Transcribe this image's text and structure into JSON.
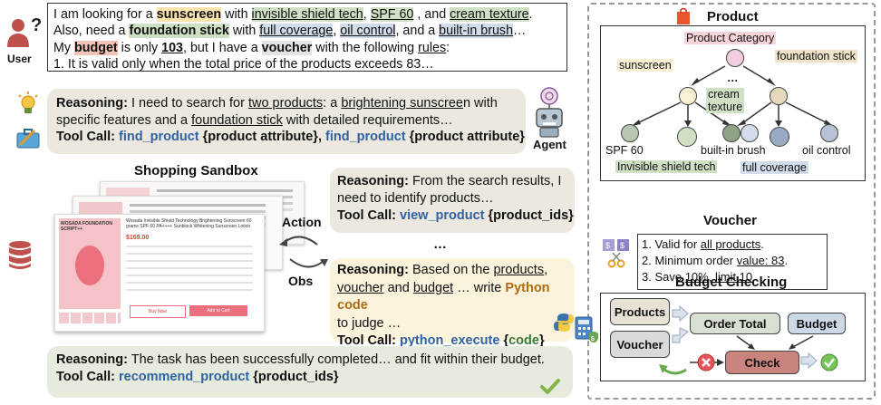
{
  "user": {
    "label": "User",
    "query": {
      "l1a": "I am looking for a ",
      "l1b": "sunscreen",
      "l1c": " with ",
      "l1d": "invisible shield tech",
      "l1e": ", ",
      "l1f": "SPF 60",
      "l1g": " , and ",
      "l1h": "cream texture",
      "l1i": ".",
      "l2a": "Also, need a ",
      "l2b": "foundation stick",
      "l2c": " with ",
      "l2d": "full coverage",
      "l2e": ", ",
      "l2f": "oil control",
      "l2g": ", and a ",
      "l2h": "built-in brush",
      "l2i": "…",
      "l3a": "My ",
      "l3b": "budget",
      "l3c": " is only ",
      "l3d": "103",
      "l3e": ", but I have a ",
      "l3f": "voucher",
      "l3g": " with the following ",
      "l3h": "rules",
      "l3i": ":",
      "l4": "1. It is valid only when the total price of the products exceeds 83…"
    }
  },
  "agent": {
    "label": "Agent"
  },
  "step1": {
    "reasoning_label": "Reasoning:",
    "t1": " I need to search for ",
    "t2": "two products",
    "t3": ": a ",
    "t4": "brightening sunscree",
    "t5": "n with",
    "t6": "specific features and a ",
    "t7": "foundation stick",
    "t8": " with detailed requirements…",
    "tool_label": "Tool Call:",
    "fn1": "find_product",
    "arg1": " {product attribute}",
    "sep": ", ",
    "fn2": "find_product",
    "arg2": " {product attribute}"
  },
  "sandbox": {
    "title": "Shopping Sandbox",
    "action_label": "Action",
    "obs_label": "Obs",
    "product_title": "WOSADA FOUNDATION SCRIPT++",
    "product_desc": "Wosada Invisible Shield Technology Brightening Sunscreen 60 grams SPF 60 PA++++ Sunblock Whitening Sunscreen Lotion",
    "price": "$169.00",
    "buy_label": "Buy Now",
    "cart_label": "Add to Cart"
  },
  "step2": {
    "reasoning_label": "Reasoning:",
    "t1": " From the search results, I need to identify products…",
    "tool_label": "Tool Call:",
    "fn": "view_product",
    "arg": " {product_ids}"
  },
  "ellipsis": "…",
  "step3": {
    "reasoning_label": "Reasoning:",
    "t1": " Based on the ",
    "t2": "products",
    "t3": ",",
    "t4": "voucher",
    "t5": " and ",
    "t6": "budget",
    "t7": " … write ",
    "t8": "Python code",
    "t9": " to judge …",
    "tool_label": "Tool Call:",
    "fn": "python_execute",
    "arg": "code"
  },
  "step4": {
    "reasoning_label": "Reasoning:",
    "t1": " The task has been successfully completed… and fit within their budget.",
    "tool_label": "Tool Call:",
    "fn": "recommend_product",
    "arg": " {product_ids}"
  },
  "product_panel": {
    "title": "Product",
    "root": "Product Category",
    "sunscreen": "sunscreen",
    "foundation": "foundation stick",
    "dots": "…",
    "cream": "cream",
    "texture": "texture",
    "spf": "SPF 60",
    "brush": "built-in brush",
    "oil": "oil control",
    "shield": "Invisible shield tech",
    "coverage": "full coverage"
  },
  "voucher_panel": {
    "title": "Voucher",
    "r1a": "1. Valid for ",
    "r1b": "all products",
    "r1c": ".",
    "r2a": "2. Minimum order ",
    "r2b": "value: 83",
    "r2c": ".",
    "r3a": "3. Save ",
    "r3b": "10%, limit 10",
    "r3c": "."
  },
  "budget_panel": {
    "title": "Budget Checking",
    "products": "Products",
    "voucher": "Voucher",
    "order_total": "Order Total",
    "budget": "Budget",
    "check": "Check"
  },
  "colors": {
    "highlight_yellow": "#fbe3b0",
    "highlight_green": "#cfe0c5",
    "highlight_blue": "#d2dcea",
    "function_blue": "#2f62a3",
    "python_brown": "#b06a12",
    "check_red": "#c9857d"
  }
}
